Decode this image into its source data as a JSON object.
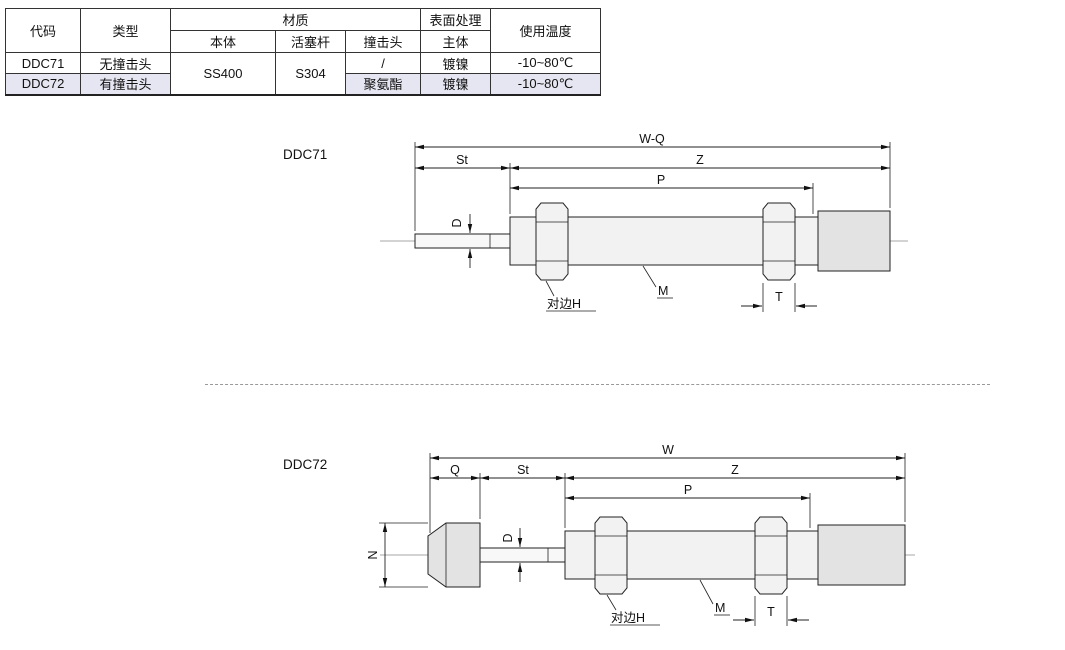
{
  "table": {
    "headers": {
      "code": "代码",
      "type": "类型",
      "material": "材质",
      "body": "本体",
      "piston_rod": "活塞杆",
      "impact_head": "撞击头",
      "surface_treatment": "表面处理",
      "main_body": "主体",
      "temperature": "使用温度"
    },
    "materials": {
      "body": "SS400",
      "piston_rod": "S304"
    },
    "rows": [
      {
        "code": "DDC71",
        "type": "无撞击头",
        "impact_head": "/",
        "main_body": "镀镍",
        "temperature": "-10~80℃"
      },
      {
        "code": "DDC72",
        "type": "有撞击头",
        "impact_head": "聚氨酯",
        "main_body": "镀镍",
        "temperature": "-10~80℃"
      }
    ]
  },
  "figures": [
    {
      "title": "DDC71",
      "dims": {
        "wq": "W-Q",
        "st": "St",
        "z": "Z",
        "p": "P",
        "d": "D",
        "hex": "对边H",
        "m": "M",
        "t": "T"
      }
    },
    {
      "title": "DDC72",
      "dims": {
        "w": "W",
        "q": "Q",
        "st": "St",
        "z": "Z",
        "p": "P",
        "d": "D",
        "n": "N",
        "hex": "对边H",
        "m": "M",
        "t": "T"
      }
    }
  ],
  "colors": {
    "row_highlight": "#e6e6f2",
    "metal_fill": "#e3e3e3",
    "line": "#222222"
  }
}
